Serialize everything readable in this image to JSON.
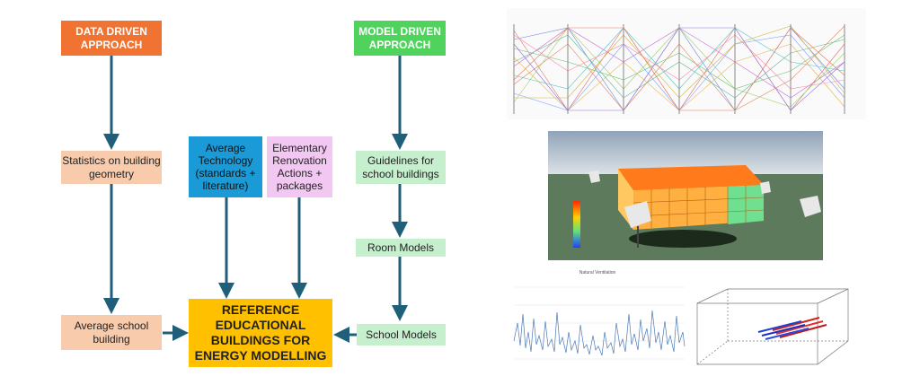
{
  "flowchart": {
    "data_driven": "DATA DRIVEN APPROACH",
    "model_driven": "MODEL DRIVEN APPROACH",
    "statistics": "Statistics on building geometry",
    "avg_technology": "Average Technology (standards + literature)",
    "renovation": "Elementary Renovation Actions + packages",
    "guidelines": "Guidelines for school buildings",
    "room_models": "Room Models",
    "avg_school": "Average school building",
    "school_models": "School Models",
    "reference": "REFERENCE EDUCATIONAL BUILDINGS FOR ENERGY MODELLING"
  },
  "colors": {
    "data_driven": "#f07331",
    "model_driven": "#4fd35d",
    "arrow": "#1f5f7a",
    "reference": "#ffc000"
  },
  "images": {
    "parallel_coordinates": "parallel-coordinates-plot",
    "building_3d": "3d-school-building-render",
    "ventilation_chart_title": "Natural Ventilation",
    "room_3d": "room-airflow-vectors"
  }
}
